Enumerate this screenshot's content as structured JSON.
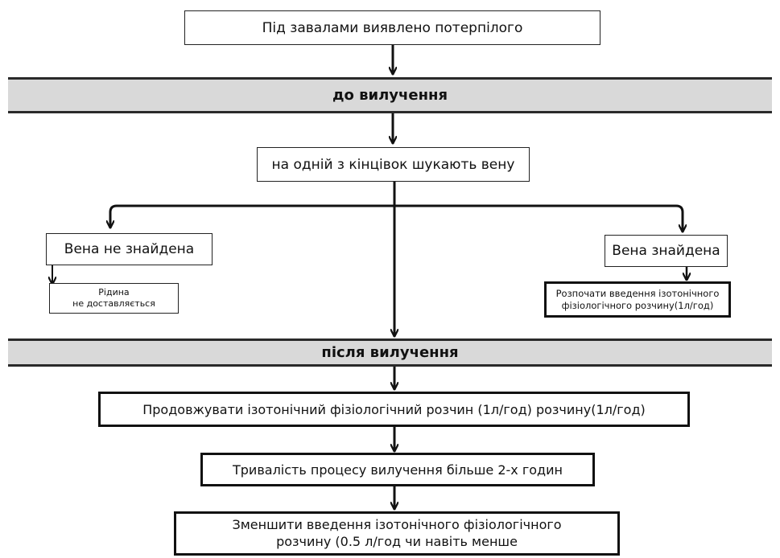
{
  "nodes": {
    "found_under_rubble": "Під завалами виявлено потерпілого",
    "before_extraction": "до вилучення",
    "search_vein": "на одній з кінцівок шукають вену",
    "vein_not_found": "Вена не знайдена",
    "fluid_line1": "Рідина",
    "fluid_line2": "не доставляється",
    "vein_found": "Вена знайдена",
    "start_infusion_line1": "Розпочати введення ізотонічного",
    "start_infusion_line2": "фізіологічного розчину(1л/год)",
    "after_extraction": "після вилучення",
    "continue_infusion": "Продовжувати ізотонічний фізіологічний розчин (1л/год) розчину(1л/год)",
    "duration_over_2h": "Тривалість процесу вилучення більше 2-х годин",
    "reduce_line1": "Зменшити введення ізотонічного фізіологічного",
    "reduce_line2": "розчину (0.5 л/год чи навіть менше"
  },
  "colors": {
    "band_fill": "#d9d9d9",
    "stroke": "#111111"
  }
}
